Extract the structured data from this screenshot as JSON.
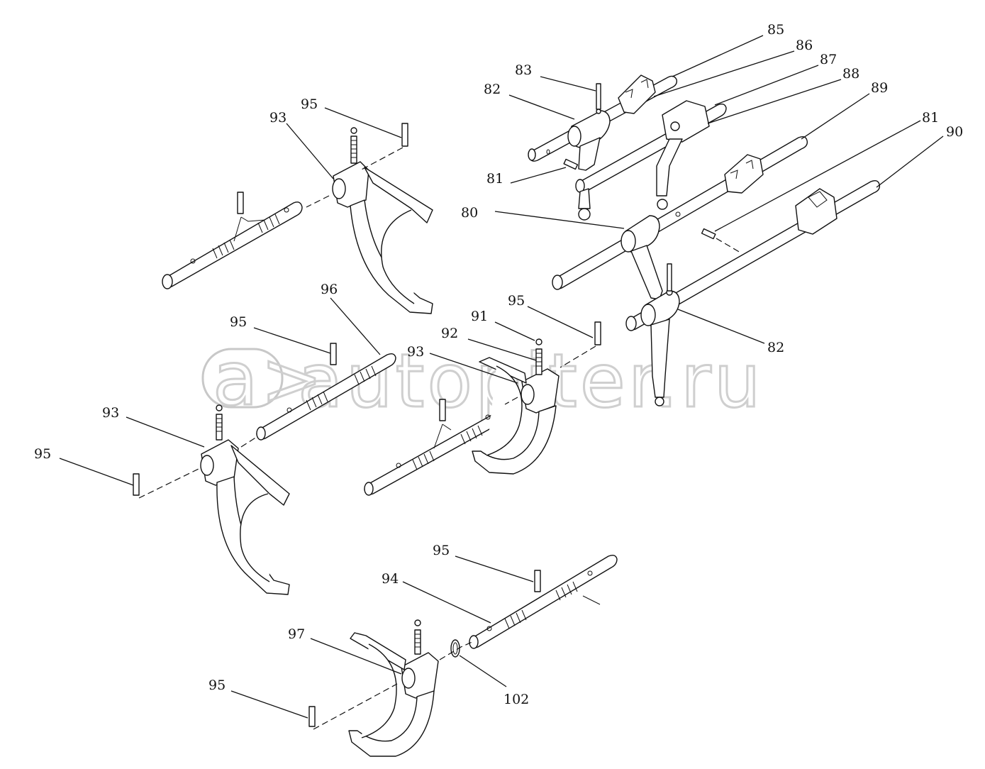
{
  "watermark": {
    "text": "autopiter.ru",
    "logo_glyph": "a>"
  },
  "callouts": [
    {
      "label": "85"
    },
    {
      "label": "86"
    },
    {
      "label": "87"
    },
    {
      "label": "88"
    },
    {
      "label": "89"
    },
    {
      "label": "83"
    },
    {
      "label": "82"
    },
    {
      "label": "81"
    },
    {
      "label": "90"
    },
    {
      "label": "80"
    },
    {
      "label": "81"
    },
    {
      "label": "82"
    },
    {
      "label": "95"
    },
    {
      "label": "93"
    },
    {
      "label": "96"
    },
    {
      "label": "95"
    },
    {
      "label": "91"
    },
    {
      "label": "95"
    },
    {
      "label": "92"
    },
    {
      "label": "93"
    },
    {
      "label": "93"
    },
    {
      "label": "95"
    },
    {
      "label": "95"
    },
    {
      "label": "94"
    },
    {
      "label": "97"
    },
    {
      "label": "95"
    },
    {
      "label": "102"
    }
  ]
}
